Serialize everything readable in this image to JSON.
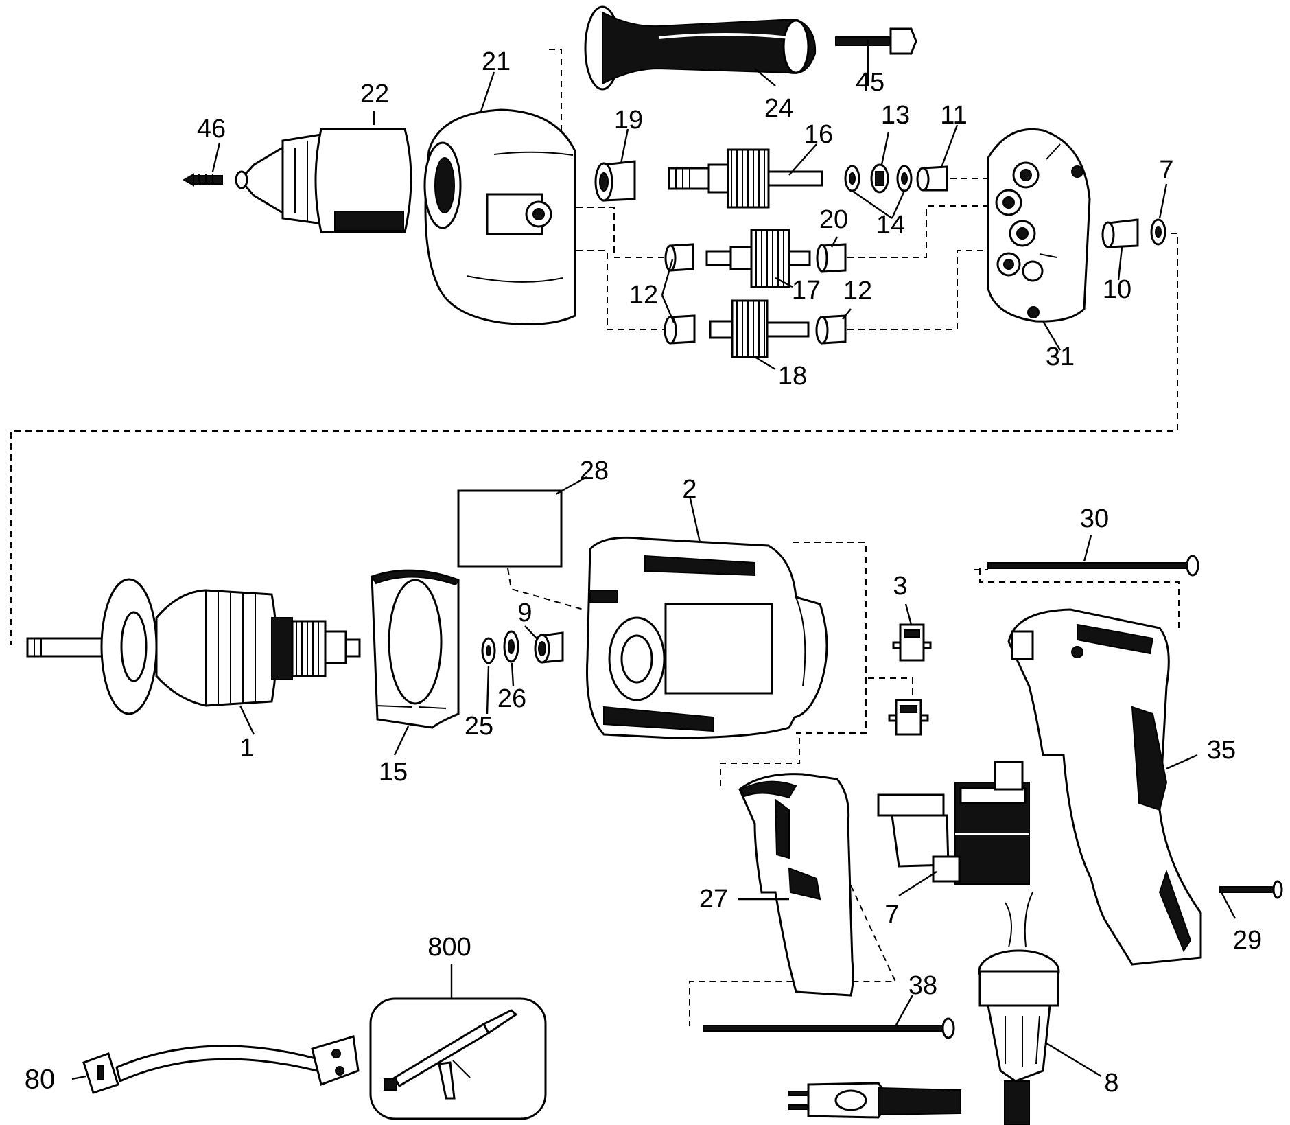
{
  "labels": {
    "p1": "1",
    "p2": "2",
    "p3": "3",
    "p7a": "7",
    "p7b": "7",
    "p8": "8",
    "p9": "9",
    "p10": "10",
    "p11": "11",
    "p12a": "12",
    "p12b": "12",
    "p13": "13",
    "p14": "14",
    "p15": "15",
    "p16": "16",
    "p17": "17",
    "p18": "18",
    "p19": "19",
    "p20": "20",
    "p21": "21",
    "p22": "22",
    "p24": "24",
    "p25": "25",
    "p26": "26",
    "p27": "27",
    "p28": "28",
    "p29": "29",
    "p30": "30",
    "p31": "31",
    "p35": "35",
    "p38": "38",
    "p45": "45",
    "p46": "46",
    "p80": "80",
    "p800": "800"
  },
  "icons": {
    "armature": "armature-icon",
    "field_housing": "motor-housing-icon",
    "chuck": "drill-chuck-icon",
    "gear_case": "gear-case-icon",
    "side_handle": "side-handle-icon",
    "switch": "trigger-switch-icon",
    "plug": "power-plug-icon",
    "cord_protector": "cord-protector-icon",
    "handle_halves": "handle-housing-icon",
    "tool_kit": "service-tool-icon",
    "strap": "cord-strap-icon"
  },
  "colors": {
    "ink": "#000000",
    "paper": "#ffffff"
  }
}
